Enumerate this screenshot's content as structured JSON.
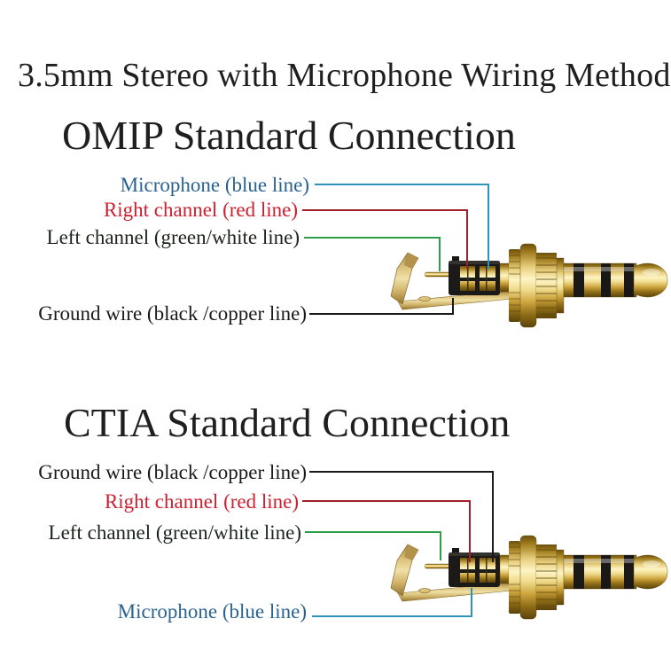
{
  "title": "3.5mm Stereo with Microphone Wiring Method",
  "omip": {
    "heading": "OMIP Standard Connection",
    "labels": {
      "microphone": "Microphone (blue line)",
      "right_channel": "Right channel (red line)",
      "left_channel": "Left channel (green/white line)",
      "ground": "Ground wire (black /copper line)"
    }
  },
  "ctia": {
    "heading": "CTIA Standard Connection",
    "labels": {
      "ground": "Ground wire (black /copper line)",
      "right_channel": "Right channel (red line)",
      "left_channel": "Left channel (green/white line)",
      "microphone": "Microphone (blue line)"
    }
  },
  "wire_colors": {
    "microphone_text": "#2a6291",
    "microphone_line": "#2e93b9",
    "right_channel_text": "#cc2030",
    "right_channel_line": "#9f2028",
    "left_channel_line": "#2f9e4a",
    "ground_line": "#1a1a1a",
    "heading_text": "#1f1f1f",
    "background": "#ffffff"
  },
  "plug_alt": "Gold 3.5mm 4-pole TRRS plug with solder terminal block and bent ground lug"
}
